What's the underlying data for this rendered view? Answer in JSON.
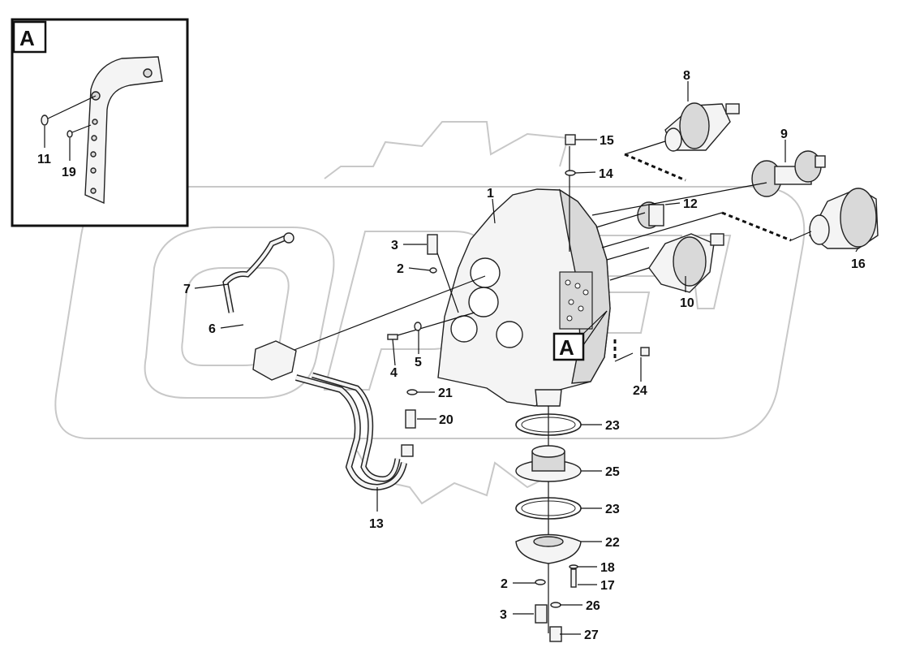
{
  "inset": {
    "letter": "A",
    "labels": {
      "p11": "11",
      "p19": "19"
    }
  },
  "callout": {
    "letter": "A"
  },
  "parts": {
    "p1": "1",
    "p2a": "2",
    "p2b": "2",
    "p3a": "3",
    "p3b": "3",
    "p4": "4",
    "p5": "5",
    "p6": "6",
    "p7": "7",
    "p8": "8",
    "p9": "9",
    "p10": "10",
    "p12": "12",
    "p13": "13",
    "p14": "14",
    "p15": "15",
    "p16": "16",
    "p17": "17",
    "p18": "18",
    "p20": "20",
    "p21": "21",
    "p22": "22",
    "p23a": "23",
    "p23b": "23",
    "p24": "24",
    "p25": "25",
    "p26": "26",
    "p27": "27"
  }
}
